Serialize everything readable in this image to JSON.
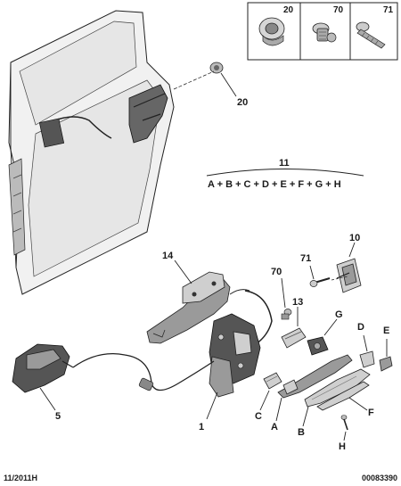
{
  "legend": {
    "items": [
      {
        "ref": "20"
      },
      {
        "ref": "70"
      },
      {
        "ref": "71"
      }
    ]
  },
  "callouts": {
    "c20": "20",
    "c11": "11",
    "c11_formula": "A + B + C + D + E + F + G + H",
    "c10": "10",
    "c14": "14",
    "c71": "71",
    "c70": "70",
    "c13": "13",
    "cG": "G",
    "cD": "D",
    "cE": "E",
    "c5": "5",
    "c1": "1",
    "cC": "C",
    "cA": "A",
    "cB": "B",
    "cF": "F",
    "cH": "H"
  },
  "footer": {
    "date": "11/2011H",
    "ref": "00083390"
  }
}
